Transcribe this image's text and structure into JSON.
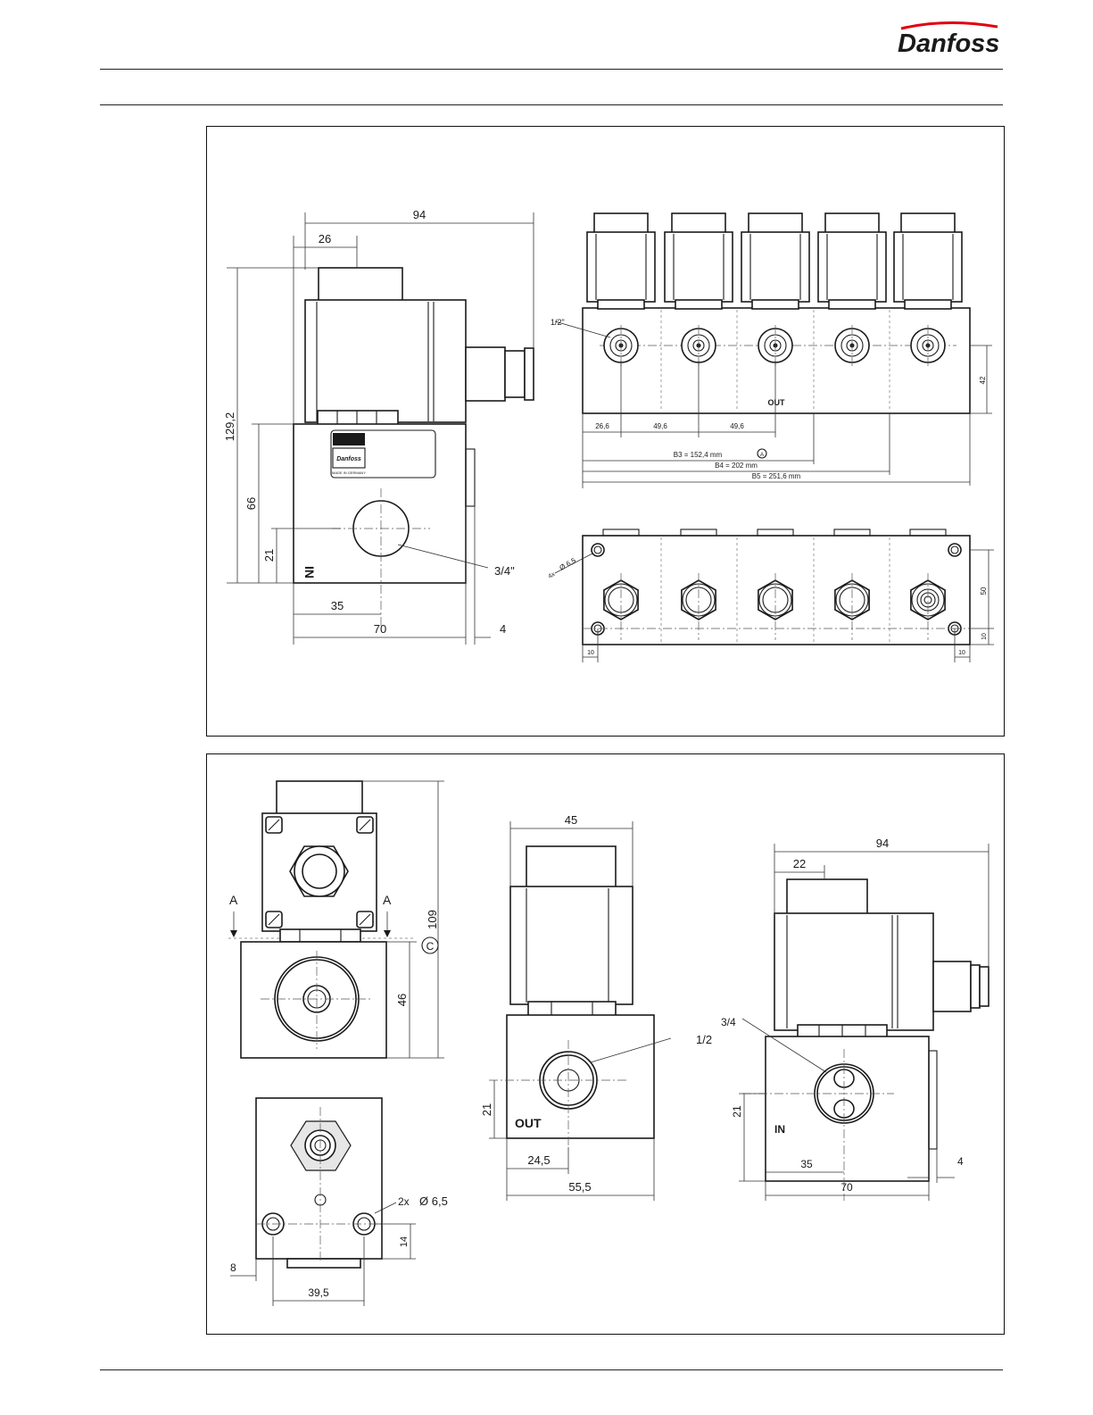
{
  "header": {
    "brand": "Danfoss"
  },
  "figure1": {
    "left_view": {
      "dims": {
        "width_total": "94",
        "coil_offset": "26",
        "height_total": "129,2",
        "body_height": "66",
        "port_height": "21",
        "port_offset": "35",
        "body_width": "70",
        "plug": "4"
      },
      "port_label": "3/4\"",
      "port_marking": "IN",
      "label_brand": "Danfoss",
      "label_text": "MADE IN GERMANY"
    },
    "manifold_front": {
      "port_label": "1/2\"",
      "height_dim": "42",
      "pitch_first": "26,6",
      "pitch_1": "49,6",
      "pitch_2": "49,6",
      "b3": "B3 = 152,4 mm",
      "b4": "B4 = 202 mm",
      "b5": "B5 = 251,6 mm",
      "note_mark": "A",
      "out_marking": "OUT"
    },
    "manifold_bottom": {
      "holes": "4x",
      "hole_dia": "Ø 6,5",
      "height_dim": "50",
      "edge_dim": "10",
      "left_dim": "10",
      "right_dim": "10"
    }
  },
  "figure2": {
    "side_view": {
      "section_left": "A",
      "section_right": "A",
      "height_total": "109",
      "body_height": "46",
      "note_mark": "C"
    },
    "bottom_view": {
      "holes": "2x",
      "hole_dia": "Ø 6,5",
      "hole_edge": "14",
      "offset": "8",
      "hole_pitch": "39,5"
    },
    "out_view": {
      "coil_width": "45",
      "port_label": "1/2",
      "port_height": "21",
      "port_offset": "24,5",
      "body_width": "55,5",
      "marking": "OUT"
    },
    "in_view": {
      "width_total": "94",
      "coil_offset": "22",
      "port_label": "3/4",
      "port_height": "21",
      "port_offset": "35",
      "plug": "4",
      "body_width": "70",
      "marking": "IN"
    }
  }
}
